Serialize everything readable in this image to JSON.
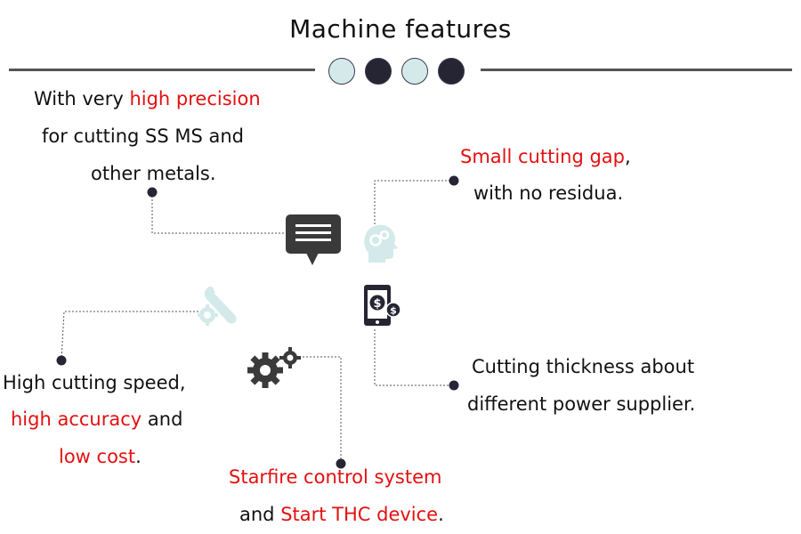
{
  "title": "Machine features",
  "colors": {
    "accent_red": "#e31010",
    "icon_teal": "#d4eaea",
    "icon_dark": "#3a3a3a",
    "dot_dark": "#262533"
  },
  "features": {
    "precision": {
      "l1_pre": "With very ",
      "l1_red": "high precision",
      "l2": "for cutting SS MS and",
      "l3": "other metals.",
      "icon": "chat-bubble-icon"
    },
    "gap": {
      "l1_red": "Small cutting gap",
      "l1_post": ",",
      "l2": "with no residua.",
      "icon": "head-gears-icon"
    },
    "speed": {
      "l1": "High cutting speed,",
      "l2_red": "high accuracy",
      "l2_post": " and",
      "l3_red": "low cost",
      "l3_post": ".",
      "icon": "wrench-gear-icon"
    },
    "thickness": {
      "l1": "Cutting thickness about",
      "l2": "different power supplier.",
      "icon": "phone-dollar-icon"
    },
    "control": {
      "l1_red": "Starfire control system",
      "l2_pre": "and ",
      "l2_red": "Start THC device",
      "l2_post": ".",
      "icon": "gears-icon"
    }
  }
}
